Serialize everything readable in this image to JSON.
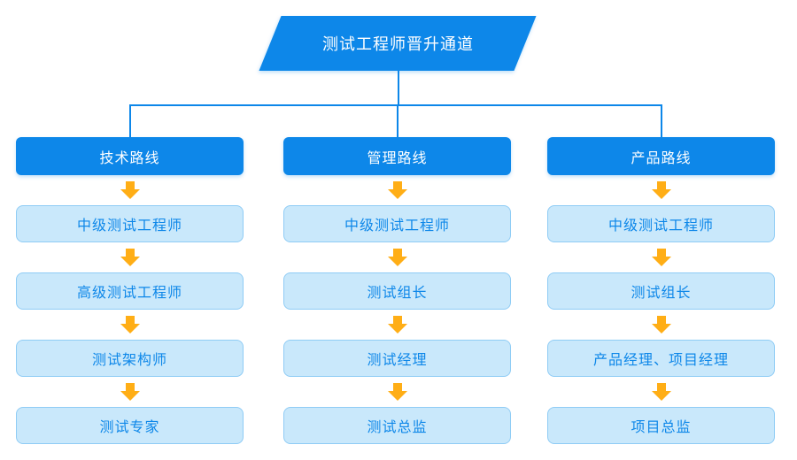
{
  "title": "测试工程师晋升通道",
  "columns": [
    {
      "header": "技术路线",
      "items": [
        "中级测试工程师",
        "高级测试工程师",
        "测试架构师",
        "测试专家"
      ]
    },
    {
      "header": "管理路线",
      "items": [
        "中级测试工程师",
        "测试组长",
        "测试经理",
        "测试总监"
      ]
    },
    {
      "header": "产品路线",
      "items": [
        "中级测试工程师",
        "测试组长",
        "产品经理、项目经理",
        "项目总监"
      ]
    }
  ],
  "colors": {
    "brand_blue": "#0d87e9",
    "light_blue_fill": "#c9e8fb",
    "arrow_orange": "#ffae16",
    "text_on_blue": "#ffffff"
  }
}
